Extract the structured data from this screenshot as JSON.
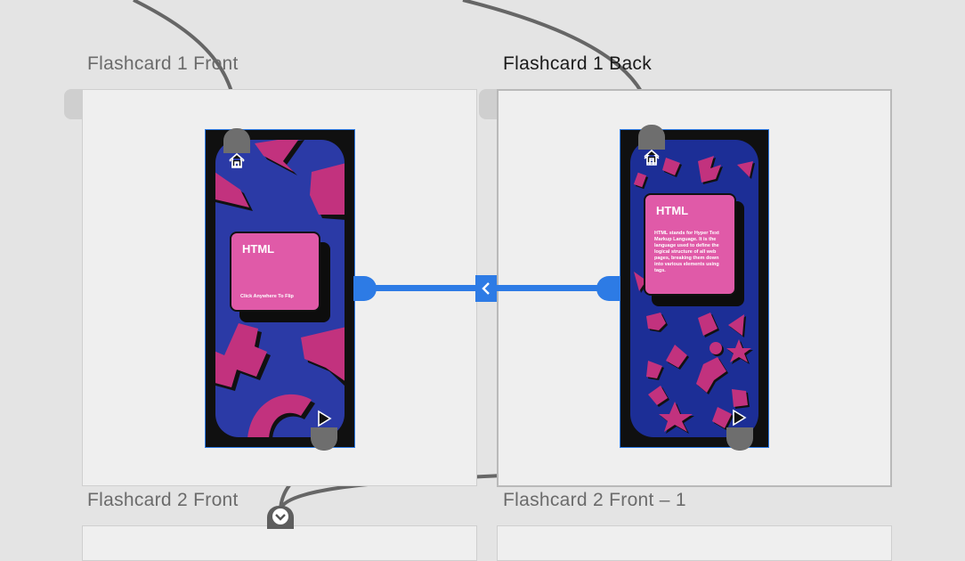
{
  "artboards": {
    "a1": {
      "label": "Flashcard 1 Front"
    },
    "a2": {
      "label": "Flashcard 1 Back"
    },
    "a3": {
      "label": "Flashcard 2 Front"
    },
    "a4": {
      "label": "Flashcard 2 Front – 1"
    }
  },
  "front_card": {
    "title": "HTML",
    "hint": "Click Anywhere To Flip"
  },
  "back_card": {
    "title": "HTML",
    "body": "HTML stands for Hyper Text Markup Language. It is the language used to define the logical structure of all web pages, breaking them down into various elements using tags."
  },
  "colors": {
    "wire_gray": "#666666",
    "link_blue": "#2d7be5",
    "screen_blue": "#2b3aa6",
    "card_pink": "#e05aa8",
    "shape_magenta": "#c2327e"
  },
  "icons": [
    "home-icon",
    "play-icon",
    "chevron-left-icon",
    "chevron-down-icon"
  ]
}
